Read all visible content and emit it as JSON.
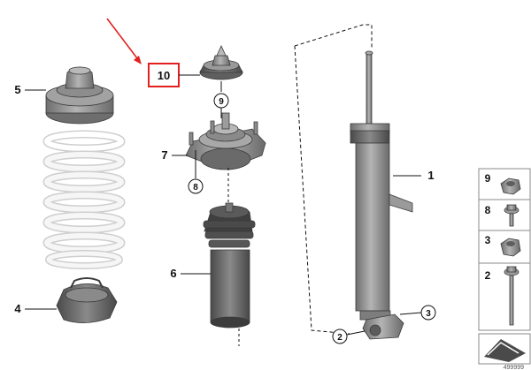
{
  "diagram": {
    "parts": [
      {
        "id": "1",
        "label": "1"
      },
      {
        "id": "2",
        "label": "2"
      },
      {
        "id": "3",
        "label": "3"
      },
      {
        "id": "4",
        "label": "4"
      },
      {
        "id": "5",
        "label": "5"
      },
      {
        "id": "6",
        "label": "6"
      },
      {
        "id": "7",
        "label": "7"
      },
      {
        "id": "8",
        "label": "8"
      },
      {
        "id": "9",
        "label": "9"
      },
      {
        "id": "10",
        "label": "10"
      }
    ],
    "highlighted_part": "10",
    "legend": [
      {
        "label": "9",
        "icon": "nut-icon"
      },
      {
        "label": "8",
        "icon": "flange-bolt-icon"
      },
      {
        "label": "3",
        "icon": "nut-icon"
      },
      {
        "label": "2",
        "icon": "long-bolt-icon"
      }
    ],
    "footer_code": "499999"
  },
  "colors": {
    "highlight": "#e32020",
    "part_gray": "#8e8e8e",
    "spring_white": "#f2f2f2",
    "outline": "#111111"
  }
}
